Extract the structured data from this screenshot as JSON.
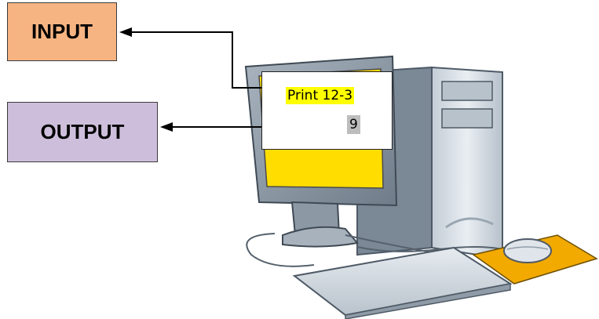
{
  "labels": {
    "input": "INPUT",
    "output": "OUTPUT"
  },
  "screen": {
    "command": "Print 12-3",
    "result": "9"
  },
  "colors": {
    "input_box": "#f6b482",
    "output_box": "#cdbfdb",
    "command_highlight": "#ffff00",
    "result_highlight": "#bdbdbd",
    "monitor_screen": "#ffdd00",
    "mouse_pad": "#f2a900"
  }
}
